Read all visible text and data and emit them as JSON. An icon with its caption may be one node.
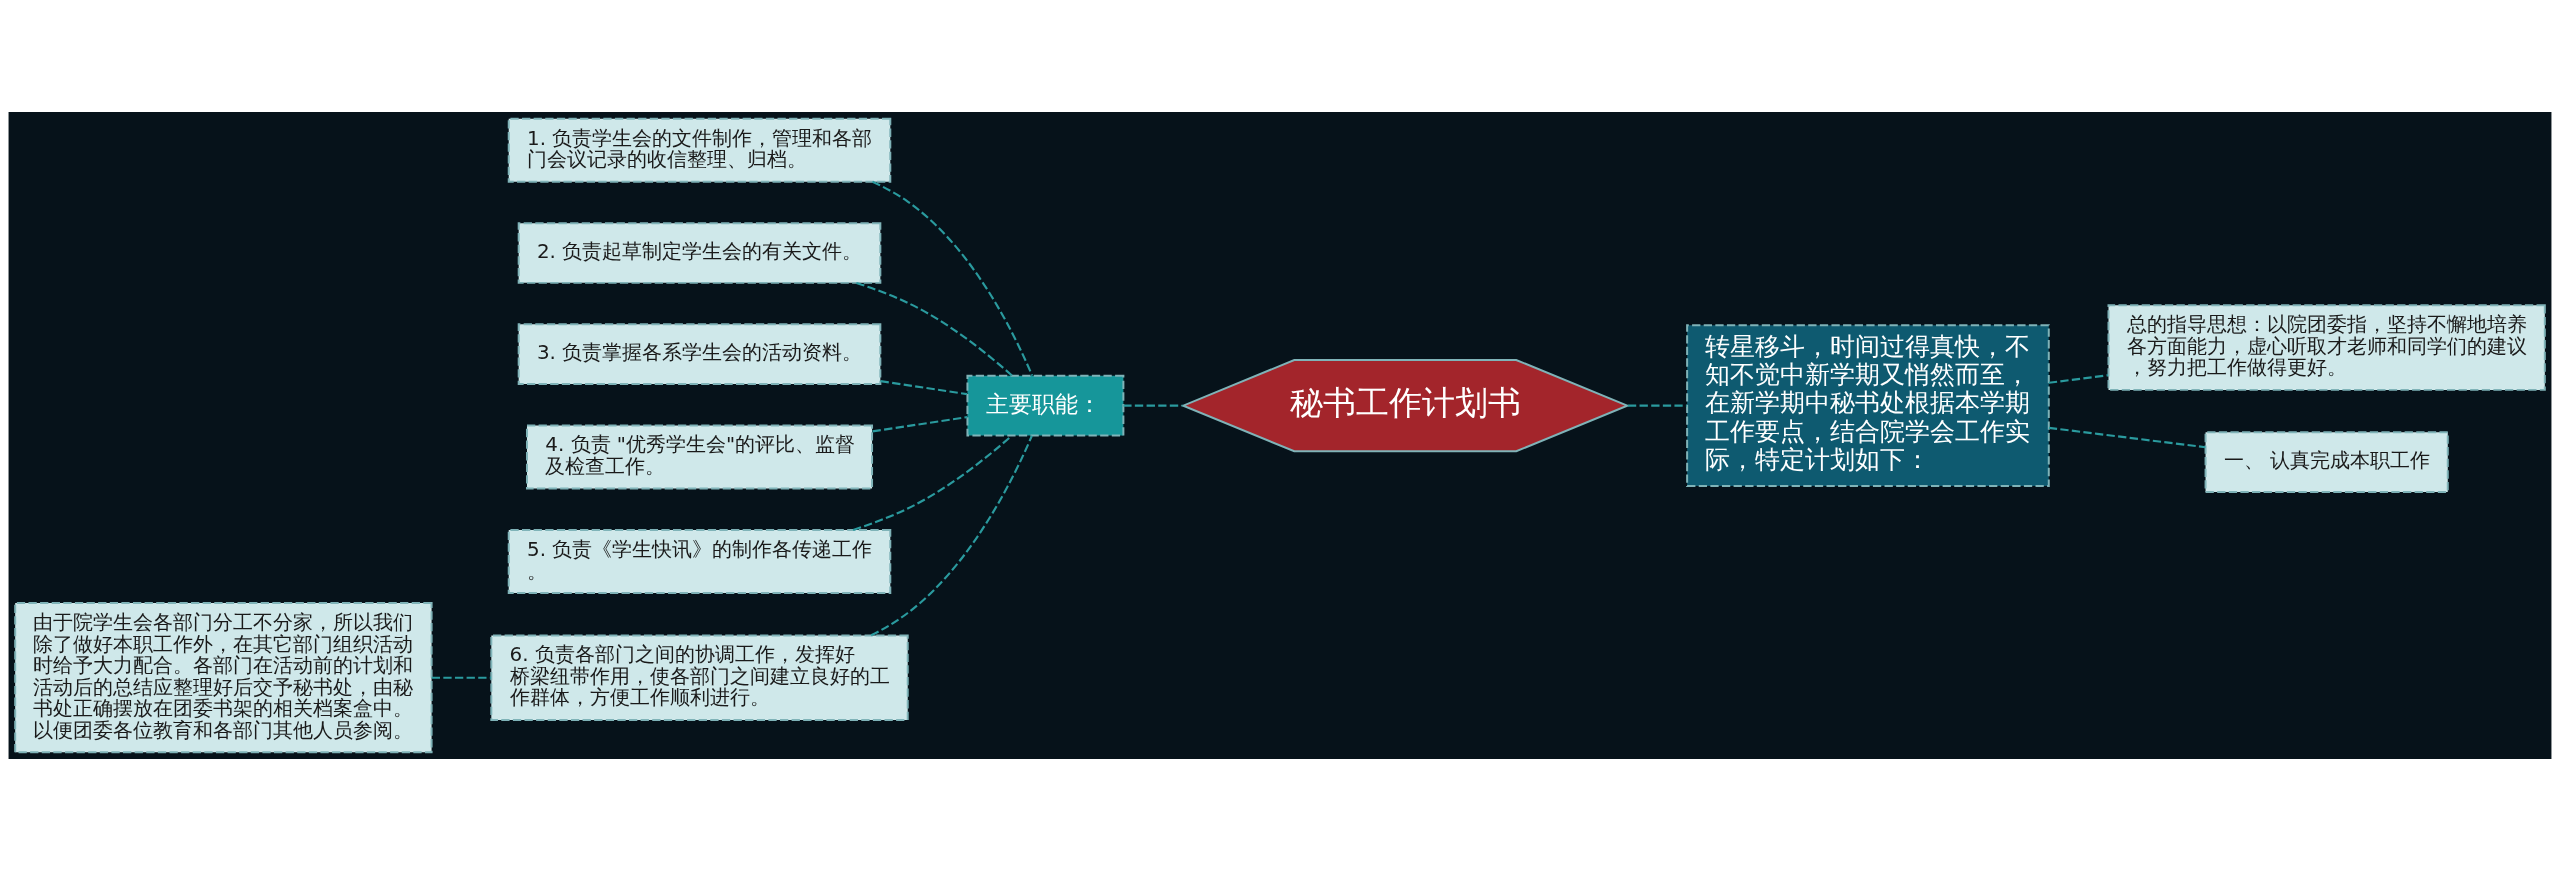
{
  "diagram": {
    "nodes": [
      {
        "text": [
          "秘书工作计划书"
        ]
      },
      {
        "text": [
          "主要职能："
        ]
      },
      {
        "text": [
          "1. 负责学生会的文件制作，管理和各部门会议记录的收信整理、归档。"
        ]
      },
      {
        "text": [
          "2. 负责起草制定学生会的有关文件。"
        ]
      },
      {
        "text": [
          "3. 负责掌握各系学生会的活动资料。"
        ]
      },
      {
        "text": [
          "4. 负责 \"优秀学生会\"的评比、监督及检查工作。"
        ]
      },
      {
        "text": [
          "5. 负责《学生快讯》的制作各传递工作。"
        ]
      },
      {
        "text": [
          "6. 负责各部门之间的协调工作，发挥好桥梁纽带作用，使各部门之间建立良好的工作群体，方便工作顺利进行。"
        ]
      },
      {
        "text": [
          "由于院学生会各部门分工不分家，所以我们除了做好本职工作外，在其它部门组织活动时给予大力配合。各部门在活动前的计划和活动后的总结应整理好后交予秘书处，由秘书处正确摆放在团委书架的相关档案盒中。以便团委各位教育和各部门其他人员参阅。"
        ]
      },
      {
        "text": [
          "转星移斗，时间过得真快，不知不觉中新学期又悄然而至，在新学期中秘书处根据本学期工作要点，结合院学会工作实际，特定计划如下："
        ]
      },
      {
        "text": [
          "总的指导思想：以院团委指，坚持不懈地培养各方面能力，虚心听取才老师和同学们的建议，努力把工作做得更好。"
        ]
      },
      {
        "text": [
          "一、 认真完成本职工作"
        ]
      }
    ],
    "edges": [
      {
        "from": 0,
        "to": 1,
        "arrow": "none"
      },
      {
        "from": 1,
        "to": 2,
        "arrow": "none"
      },
      {
        "from": 1,
        "to": 3,
        "arrow": "none"
      },
      {
        "from": 1,
        "to": 4,
        "arrow": "none"
      },
      {
        "from": 1,
        "to": 5,
        "arrow": "none"
      },
      {
        "from": 1,
        "to": 6,
        "arrow": "none"
      },
      {
        "from": 1,
        "to": 7,
        "arrow": "none"
      },
      {
        "from": 7,
        "to": 8,
        "arrow": "none"
      },
      {
        "from": 0,
        "to": 9,
        "arrow": "none"
      },
      {
        "from": 9,
        "to": 10,
        "arrow": "none"
      },
      {
        "from": 9,
        "to": 11,
        "arrow": "none"
      }
    ]
  }
}
